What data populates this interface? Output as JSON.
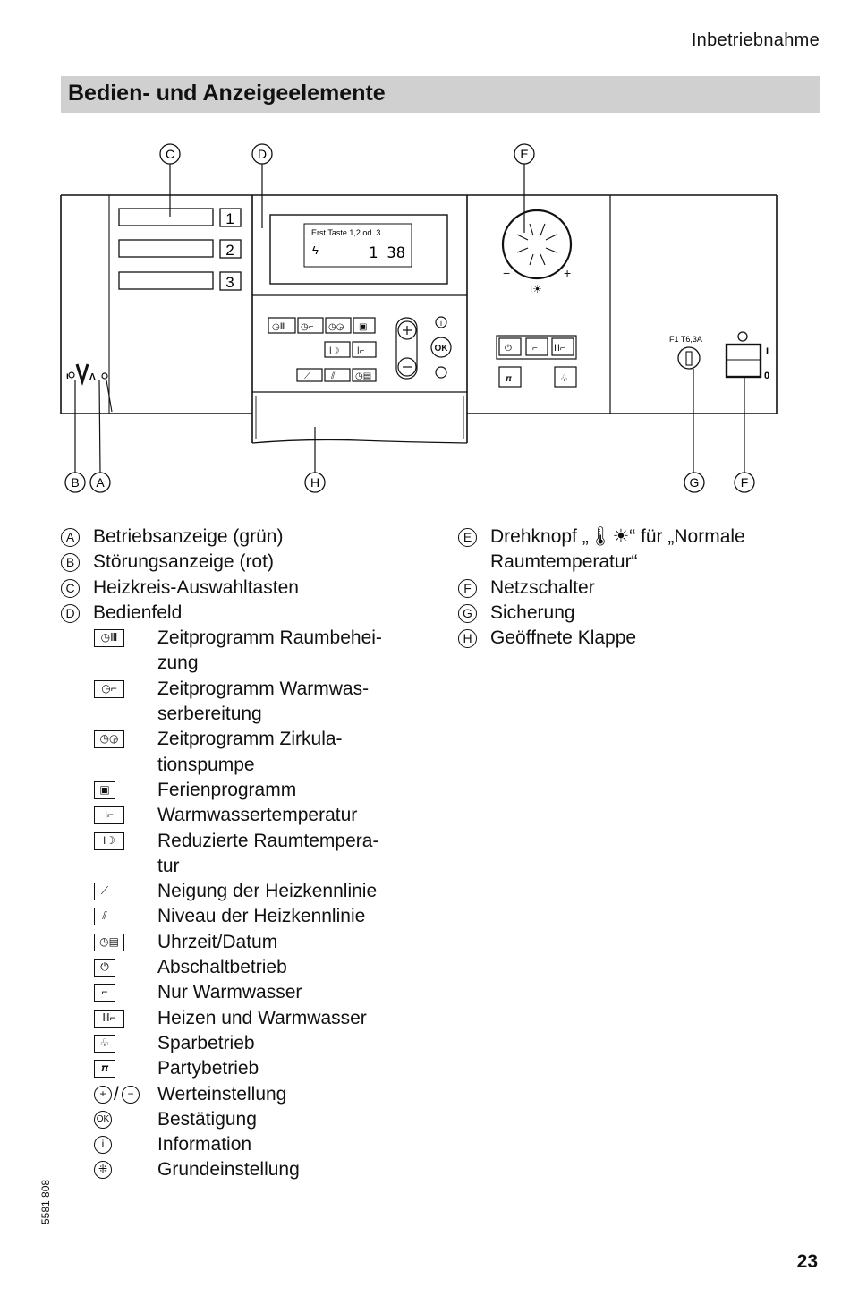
{
  "header": {
    "section": "Inbetriebnahme",
    "title": "Bedien- und Anzeigeelemente"
  },
  "panel": {
    "callouts": [
      "C",
      "D",
      "E",
      "B",
      "A",
      "H",
      "G",
      "F"
    ],
    "circuit_keys": [
      "1",
      "2",
      "3"
    ],
    "display_line1": "Erst Taste 1,2 od. 3",
    "display_fault": "ϟ",
    "display_value": "1 38",
    "fuse_label": "F1 T6,3A",
    "switch_on": "I",
    "switch_off": "0",
    "ok_label": "OK",
    "info_label": "i"
  },
  "legend_right": [
    {
      "letter": "E",
      "lines": [
        "Drehknopf „🌡☀“ für „Normale",
        "Raumtemperatur“"
      ]
    },
    {
      "letter": "F",
      "lines": [
        "Netzschalter"
      ]
    },
    {
      "letter": "G",
      "lines": [
        "Sicherung"
      ]
    },
    {
      "letter": "H",
      "lines": [
        "Geöffnete Klappe"
      ]
    }
  ],
  "legend_left": [
    {
      "letter": "A",
      "text": "Betriebsanzeige (grün)"
    },
    {
      "letter": "B",
      "text": "Störungsanzeige (rot)"
    },
    {
      "letter": "C",
      "text": "Heizkreis-Auswahltasten"
    },
    {
      "letter": "D",
      "text": "Bedienfeld"
    }
  ],
  "symbols": [
    {
      "icon": "clock-radiator-icon",
      "glyph": "◷Ⅲ",
      "lines": [
        "Zeitprogramm Raumbehei-",
        "zung"
      ]
    },
    {
      "icon": "clock-tap-icon",
      "glyph": "◷⌐",
      "lines": [
        "Zeitprogramm Warmwas-",
        "serbereitung"
      ]
    },
    {
      "icon": "clock-pump-icon",
      "glyph": "◷◶",
      "lines": [
        "Zeitprogramm Zirkula-",
        "tionspumpe"
      ]
    },
    {
      "icon": "suitcase-icon",
      "glyph": "▣",
      "lines": [
        "Ferienprogramm"
      ]
    },
    {
      "icon": "thermo-tap-icon",
      "glyph": "ǀ⌐",
      "lines": [
        "Warmwassertemperatur"
      ]
    },
    {
      "icon": "thermo-moon-icon",
      "glyph": "ǀ☽",
      "lines": [
        "Reduzierte Raumtempera-",
        "tur"
      ]
    },
    {
      "icon": "slope-icon",
      "glyph": "⟋",
      "lines": [
        "Neigung der Heizkennlinie"
      ]
    },
    {
      "icon": "level-icon",
      "glyph": "⫽",
      "lines": [
        "Niveau der Heizkennlinie"
      ]
    },
    {
      "icon": "clock-calendar-icon",
      "glyph": "◷▤",
      "lines": [
        "Uhrzeit/Datum"
      ]
    },
    {
      "icon": "power-icon",
      "glyph": "⏻",
      "lines": [
        "Abschaltbetrieb"
      ]
    },
    {
      "icon": "tap-icon",
      "glyph": "⌐",
      "lines": [
        "Nur Warmwasser"
      ]
    },
    {
      "icon": "radiator-tap-icon",
      "glyph": "Ⅲ⌐",
      "lines": [
        "Heizen und Warmwasser"
      ]
    },
    {
      "icon": "piggy-bank-icon",
      "glyph": "♧",
      "lines": [
        "Sparbetrieb"
      ]
    },
    {
      "icon": "glasses-icon",
      "glyph": "𝝅",
      "lines": [
        "Partybetrieb"
      ]
    }
  ],
  "round_symbols": [
    {
      "icon": "plus-minus-icon",
      "glyph": "+/−",
      "lines": [
        "Werteinstellung"
      ]
    },
    {
      "icon": "ok-icon",
      "glyph": "OK",
      "lines": [
        "Bestätigung"
      ]
    },
    {
      "icon": "info-icon",
      "glyph": "i",
      "lines": [
        "Information"
      ]
    },
    {
      "icon": "reset-icon",
      "glyph": "⁜",
      "lines": [
        "Grundeinstellung"
      ]
    }
  ],
  "footer": {
    "doc_number": "5581 808",
    "page": "23"
  }
}
